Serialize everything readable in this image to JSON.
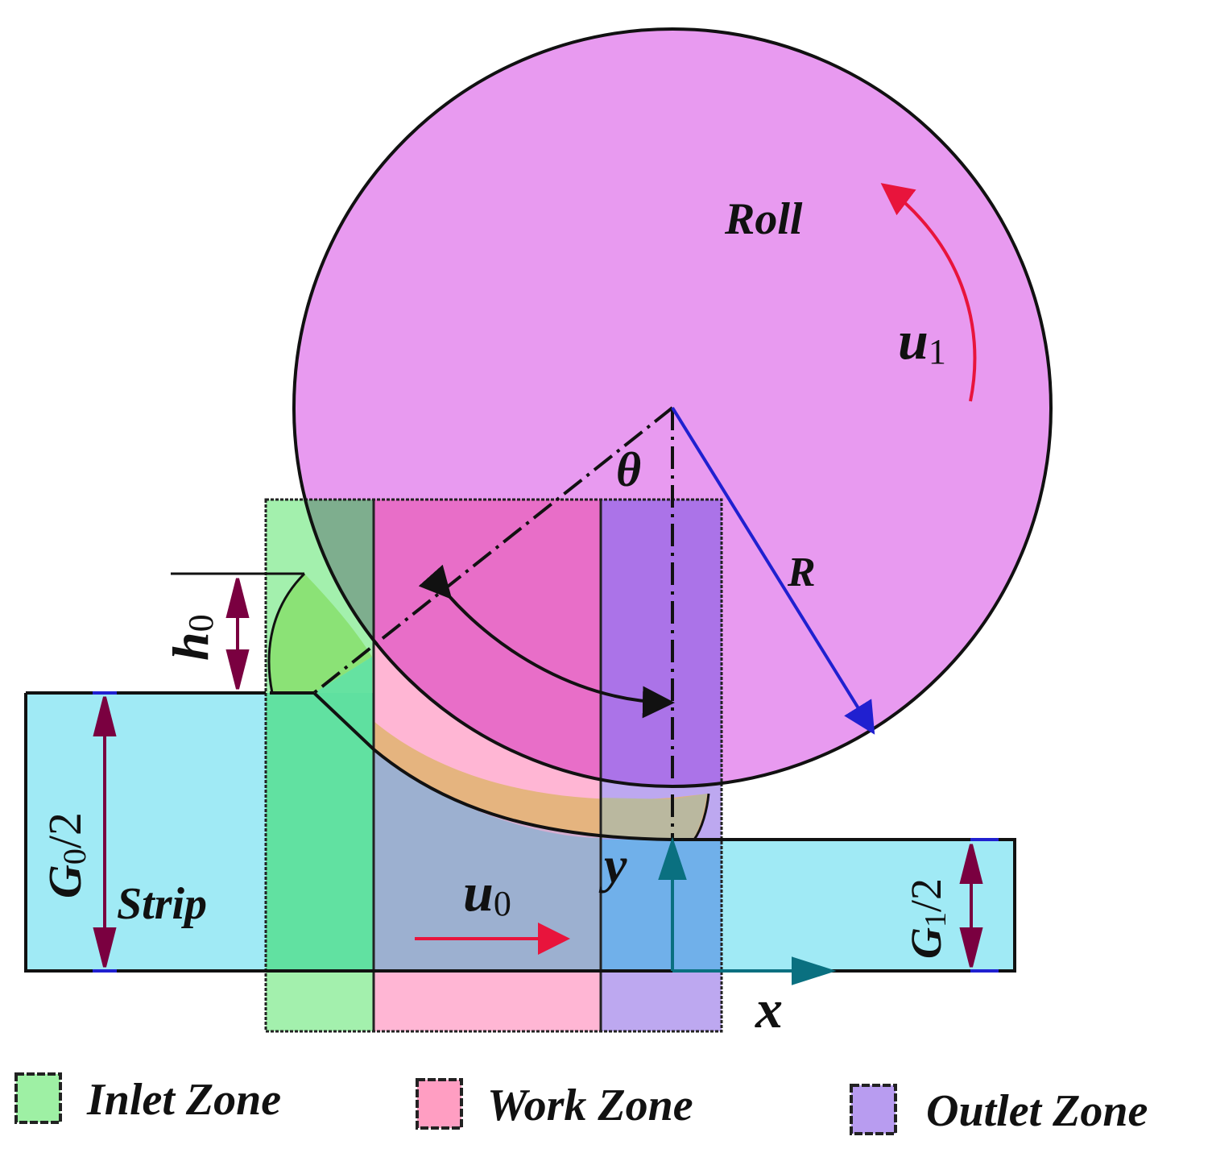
{
  "diagram": {
    "roll_label": "Roll",
    "roll_speed": {
      "symbol": "u",
      "subscript": "1"
    },
    "strip_speed": {
      "symbol": "u",
      "subscript": "0"
    },
    "angle_label": "θ",
    "radius_label": "R",
    "strip_label": "Strip",
    "h0": {
      "symbol": "h",
      "subscript": "0"
    },
    "g0": {
      "symbol": "G",
      "subscript": "0",
      "suffix": "/2"
    },
    "g1": {
      "symbol": "G",
      "subscript": "1",
      "suffix": "/2"
    },
    "axis_x": "x",
    "axis_y": "y"
  },
  "legend": {
    "inlet": "Inlet Zone",
    "work": "Work Zone",
    "outlet": "Outlet Zone"
  },
  "colors": {
    "roll": "#e89af0",
    "strip": "#a0eaf5",
    "inlet": "#9ef0a4",
    "work": "#ff9ec2",
    "outlet": "#b89cf0",
    "arrow_red": "#e8143c",
    "arrow_blue": "#2020d0",
    "dimension": "#7a0040",
    "axis": "#0a7080"
  }
}
